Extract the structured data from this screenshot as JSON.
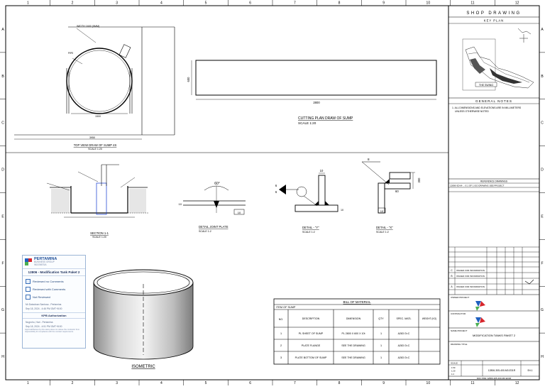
{
  "grid": {
    "columns": [
      "1",
      "2",
      "3",
      "4",
      "5",
      "6",
      "7",
      "8",
      "9",
      "10",
      "11",
      "12"
    ],
    "rows": [
      "A",
      "B",
      "C",
      "D",
      "E",
      "F",
      "G",
      "H"
    ]
  },
  "title_block": {
    "heading": "SHOP DRAWING",
    "key_plan": "KEY PLAN",
    "key_plan_label": "THE SWING",
    "general_notes_title": "GENERAL NOTES",
    "note_1_line1": "1. ALL DIMENSIONS AND ELEVATIONS ARE IN MILLIMETERS",
    "note_1_line2": "UNLESS OTHERWISE NOTED",
    "reference_title": "REFERENCE DRAWINGS",
    "reference_text": "12806-SD-M-...-S 1 OF 1  ISO DRAWING  SEE PROJECT",
    "revision_codes": [
      "C",
      "B",
      "A"
    ],
    "revision_descriptions": [
      "ISSUED FOR INFORMATION",
      "ISSUED FOR INFORMATION",
      "ISSUED FOR INFORMATION"
    ],
    "owner_label": "OWNER PROJECT",
    "contractor_label": "CONTRACTOR",
    "project_label": "NAME PROJECT",
    "project_name": "MODIFICATION TANKS PAKET 2",
    "drawing_title_label": "DRAWING TITLE",
    "scale_label": "SCALE",
    "scale_values": [
      "1:50",
      "1:20",
      "1:2"
    ],
    "drawing_number": "12806-305-400-M0-E31R",
    "sheet_no": "SH-1",
    "bottom_ref": "DOC PRE 12806-305-400-M0-E31R"
  },
  "views": {
    "top_view_title": "TOP VIEW DRAW OF SUMP 4S",
    "top_view_scale": "SCALE 1:20",
    "top_dim_note": "WIDTH 1600 (5MM)",
    "top_bottom_dim": "1500",
    "top_width_dim": "3950",
    "cutting_title": "CUTTING PLAN DRAW OF SUMP",
    "cutting_scale": "SCALE 1:20",
    "cutting_length": "2800",
    "cutting_height": "600",
    "section_title": "SECTION 1-1",
    "section_scale": "SCALE 1:20",
    "detail_joint_title": "DETAIL JOINT PLATE",
    "detail_joint_scale": "SCALE 1:2",
    "detail_joint_angle": "60°",
    "detail_joint_thk": "10",
    "detail_y_title": "DETAIL - \"Y\"",
    "detail_y_scale": "SCALE 1:2",
    "detail_y_weld": "6",
    "detail_y_dim": "10",
    "detail_x_title": "DETAIL - \"X\"",
    "detail_x_scale": "SCALE 1:2",
    "detail_x_weld": "8",
    "detail_x_dim1": "60",
    "detail_x_dim2": "10",
    "isometric_title": "ISOMETRIC"
  },
  "stamp": {
    "brand": "PERTAMINA",
    "brand_sub_1": "BUSINESS GROUP",
    "brand_sub_2": "INDONESIA",
    "title": "12806 - Modification Tank Paket 2",
    "option_1": "Reviewed no Comments",
    "option_2": "Reviewed with Comments",
    "option_3": "Not Reviewed",
    "signed_by": "Mr Dwiadnan Santosa - Pertamina",
    "signed_date": "Sep 18, 2024 - 4:46 PM GMT+8:00",
    "authorization": "KPB Authorization",
    "approver": "Nugroho, Hari - Pertamina",
    "approver_date": "Sep 18, 2024 - 4:51 PM GMT+8:00",
    "fine_print": "Approval/Review by this stamp does not relieve the contractor from responsibility for compliance with the contract requirements."
  },
  "bom": {
    "title": "BILL OF MATERIAL",
    "subtitle": "ITEM OF SUMP",
    "headers": [
      "NO.",
      "DESCRIPTION",
      "DIMENSION",
      "QTY",
      "SPEC. MATL",
      "WEIGHT (KG)"
    ],
    "rows": [
      [
        "1",
        "PL SHEET OF SUMP",
        "PL 2800 X 600 X 10t",
        "1",
        "A283 Gr.C",
        ""
      ],
      [
        "2",
        "PLATE FLANGE",
        "SEE THE DRAWING",
        "1",
        "A283 Gr.C",
        ""
      ],
      [
        "3",
        "PLATE BOTTOM OF SUMP",
        "SEE THE DRAWING",
        "1",
        "A283 Gr.C",
        ""
      ]
    ]
  }
}
